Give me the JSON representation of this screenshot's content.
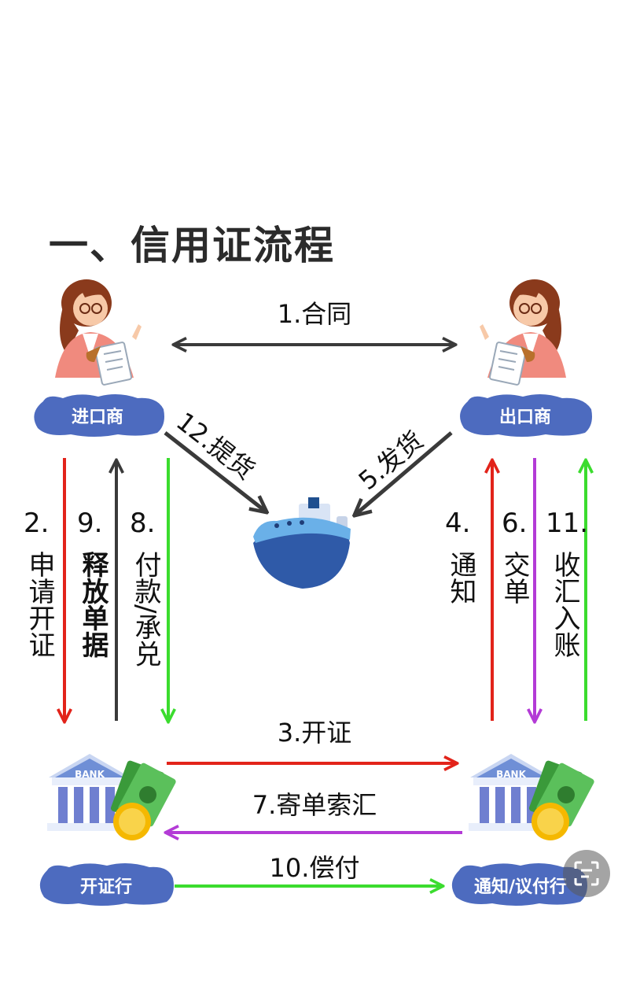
{
  "title": "一、信用证流程",
  "parties": {
    "importer": "进口商",
    "exporter": "出口商",
    "issuing_bank": "开证行",
    "advising_bank": "通知/议付行"
  },
  "bank_sign": "BANK",
  "steps": {
    "s1": {
      "num": "1.",
      "text": "合同"
    },
    "s2": {
      "num": "2.",
      "text": "申请开证"
    },
    "s3": {
      "num": "3.",
      "text": "开证"
    },
    "s4": {
      "num": "4.",
      "text": "通知"
    },
    "s5": {
      "num": "5.",
      "text": "发货"
    },
    "s6": {
      "num": "6.",
      "text": "交单"
    },
    "s7": {
      "num": "7.",
      "text": "寄单索汇"
    },
    "s8": {
      "num": "8.",
      "text": "付款/承兑"
    },
    "s9": {
      "num": "9.",
      "text": "释放单据"
    },
    "s10": {
      "num": "10.",
      "text": "偿付"
    },
    "s11": {
      "num": "11.",
      "text": "收汇入账"
    },
    "s12": {
      "num": "12.",
      "text": "提货"
    }
  },
  "colors": {
    "red": "#e2231a",
    "green": "#3bdc2e",
    "purple": "#b33bd6",
    "dark": "#3a3a3a",
    "cloud": "#4d6bbf"
  },
  "icons": [
    "woman-importer-icon",
    "woman-exporter-icon",
    "ship-icon",
    "bank-icon",
    "money-icon",
    "scan-icon"
  ]
}
